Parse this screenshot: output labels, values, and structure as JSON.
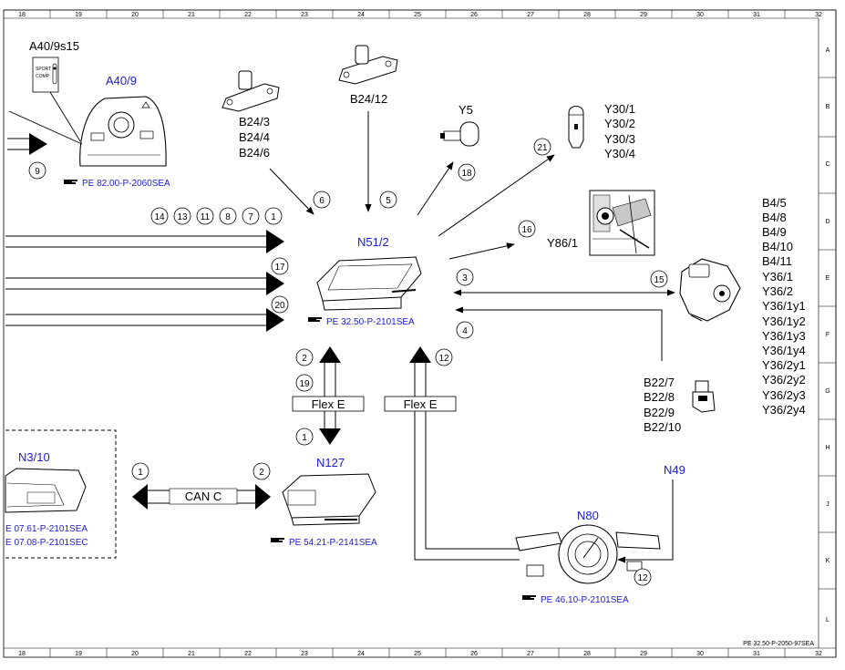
{
  "ruler": {
    "columns": [
      "18",
      "19",
      "20",
      "21",
      "22",
      "23",
      "24",
      "25",
      "26",
      "27",
      "28",
      "29",
      "30",
      "31",
      "32"
    ],
    "rows": [
      "A",
      "B",
      "C",
      "D",
      "E",
      "F",
      "G",
      "H",
      "J",
      "K",
      "L"
    ]
  },
  "labels": {
    "a40_9s15": "A40/9s15",
    "a40_9": "A40/9",
    "sport": "SPORT",
    "comp": "COMP",
    "b24_3": "B24/3",
    "b24_4": "B24/4",
    "b24_6": "B24/6",
    "b24_12": "B24/12",
    "y5": "Y5",
    "y30_1": "Y30/1",
    "y30_2": "Y30/2",
    "y30_3": "Y30/3",
    "y30_4": "Y30/4",
    "n51_2": "N51/2",
    "y86_1": "Y86/1",
    "right_list": [
      "B4/5",
      "B4/8",
      "B4/9",
      "B4/10",
      "B4/11",
      "Y36/1",
      "Y36/2",
      "Y36/1y1",
      "Y36/1y2",
      "Y36/1y3",
      "Y36/1y4",
      "Y36/2y1",
      "Y36/2y2",
      "Y36/2y3",
      "Y36/2y4"
    ],
    "b22_list": [
      "B22/7",
      "B22/8",
      "B22/9",
      "B22/10"
    ],
    "flex_e": "Flex E",
    "n127": "N127",
    "n3_10": "N3/10",
    "can_c": "CAN C",
    "n80": "N80",
    "n49": "N49"
  },
  "refs": {
    "a40": "PE 82.00-P-2060SEA",
    "n51": "PE 32.50-P-2101SEA",
    "n127": "PE 54.21-P-2141SEA",
    "n3_1": "E 07.61-P-2101SEA",
    "n3_2": "E 07.08-P-2101SEC",
    "n80": "PE 46.10-P-2101SEA",
    "footer": "PE 32.50-P-2050-97SEA"
  },
  "signals": {
    "s1": "1",
    "s2": "2",
    "s3": "3",
    "s4": "4",
    "s5": "5",
    "s6": "6",
    "s7": "7",
    "s8": "8",
    "s9": "9",
    "s11": "11",
    "s12": "12",
    "s13": "13",
    "s14": "14",
    "s15": "15",
    "s16": "16",
    "s17": "17",
    "s18": "18",
    "s19": "19",
    "s20": "20",
    "s21": "21"
  },
  "icons": {
    "pointer": "pointing-hand-icon"
  }
}
